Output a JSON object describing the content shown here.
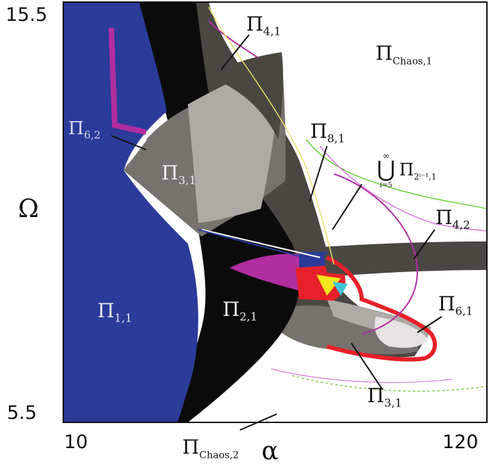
{
  "axes": {
    "x_label": "α",
    "y_label": "Ω",
    "x_min": "10",
    "x_max": "120",
    "y_min": "5.5",
    "y_max": "15.5"
  },
  "regions": {
    "p11": {
      "sym": "Π",
      "sub": "1,1"
    },
    "p21": {
      "sym": "Π",
      "sub": "2,1"
    },
    "p31_top": {
      "sym": "Π",
      "sub": "3,1"
    },
    "p31_bot": {
      "sym": "Π",
      "sub": "3,1"
    },
    "p41": {
      "sym": "Π",
      "sub": "4,1"
    },
    "p42": {
      "sym": "Π",
      "sub": "4,2"
    },
    "p61": {
      "sym": "Π",
      "sub": "6,1"
    },
    "p62": {
      "sym": "Π",
      "sub": "6,2"
    },
    "p81": {
      "sym": "Π",
      "sub": "8,1"
    },
    "chaos1": {
      "sym": "Π",
      "sub": "Chaos,1"
    },
    "chaos2": {
      "sym": "Π",
      "sub": "Chaos,2"
    },
    "union": {
      "sup": "∞",
      "op": "⋃",
      "low": "i=5",
      "sym": "Π",
      "sub": "2ⁱ⁻¹,1"
    }
  },
  "colors": {
    "blue": "#2a3b9a",
    "black": "#0b0b0b",
    "dark_gray": "#4a4743",
    "mid_gray": "#76726e",
    "light_gray": "#aeaba7",
    "red": "#e8202a",
    "magenta": "#b12da0",
    "yellow": "#f2e61c",
    "cyan": "#3fc7d8"
  }
}
